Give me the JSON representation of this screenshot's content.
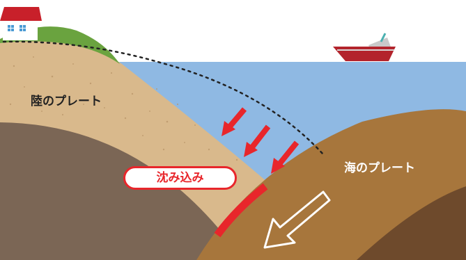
{
  "labels": {
    "land_plate": "陸のプレート",
    "sea_plate": "海のプレート",
    "sinking": "沈み込み"
  },
  "colors": {
    "sea": "#8fb9e3",
    "land_crust": "#d9b98c",
    "land_mantle": "#7b6655",
    "sea_plate": "#a7763c",
    "sea_plate_dark": "#6e4a2c",
    "grass": "#6aa33f",
    "accent_red": "#e8262b",
    "house_roof": "#c8202a",
    "boat_hull": "#b3242c"
  },
  "icons": [
    "house-icon",
    "boat-icon",
    "press-arrow-icon",
    "subduction-arrow-icon"
  ]
}
